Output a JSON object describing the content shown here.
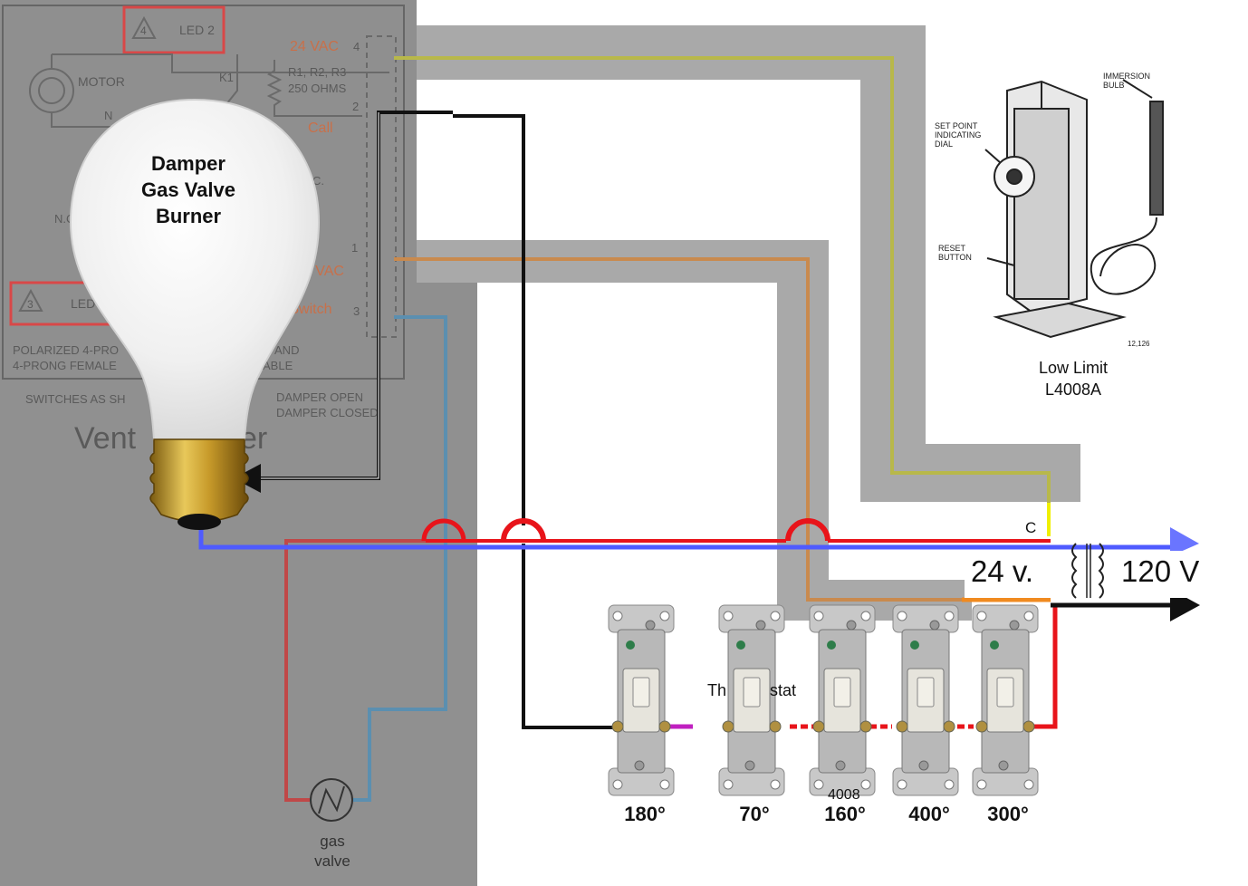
{
  "schematic": {
    "led2": "LED 2",
    "led2_num": "4",
    "led1": "LED 1",
    "led1_num": "3",
    "motor": "MOTOR",
    "k1": "K1",
    "vac_top": "24 VAC",
    "resistors_line1": "R1, R2, R3",
    "resistors_line2": "250 OHMS",
    "call": "Call",
    "terminal_4": "4",
    "terminal_2": "2",
    "terminal_1": "1",
    "terminal_3": "3",
    "vac_bottom": "24 VAC",
    "switch_fragment": "d Switch",
    "nc": "N.C",
    "no_fragment": "N",
    "c_fragment": "C.",
    "polarized_line1a": "POLARIZED 4-PRO",
    "polarized_line1b": "G AND",
    "polarized_line2a": "4-PRONG FEMALE",
    "polarized_line2b": "ABLE",
    "switches_as": "SWITCHES AS SH",
    "damper_open": "DAMPER OPEN",
    "damper_closed": "DAMPER CLOSED",
    "vent_a": "Vent",
    "vent_b": "er"
  },
  "bulb": {
    "line1": "Damper",
    "line2": "Gas Valve",
    "line3": "Burner"
  },
  "low_limit": {
    "immersion_1": "IMMERSION",
    "immersion_2": "BULB",
    "set_point_1": "SET POINT",
    "set_point_2": "INDICATING",
    "set_point_3": "DIAL",
    "reset_1": "RESET",
    "reset_2": "BUTTON",
    "fig_no": "12,126",
    "caption_1": "Low Limit",
    "caption_2": "L4008A"
  },
  "transformer": {
    "c_label": "C",
    "low_voltage": "24 v.",
    "high_voltage": "120 V"
  },
  "gas_valve": {
    "line1": "gas",
    "line2": "valve"
  },
  "switches": {
    "labels": [
      "180°",
      "70°",
      "160°",
      "400°",
      "300°"
    ],
    "overlay_1": "Th",
    "overlay_2": "stat",
    "overlay_3": "4008"
  },
  "colors": {
    "panel_gray": "#8f8f8f",
    "harness_gray": "#a9a9a9",
    "hot_red": "#e8141a",
    "neutral_blue": "#4f5bff",
    "olive_wire": "#b8b84a",
    "orange_wire": "#c98a4e",
    "steel_blue_wire": "#5b8fb0",
    "schematic_red": "#d84848",
    "schematic_orange": "#c8704a"
  }
}
